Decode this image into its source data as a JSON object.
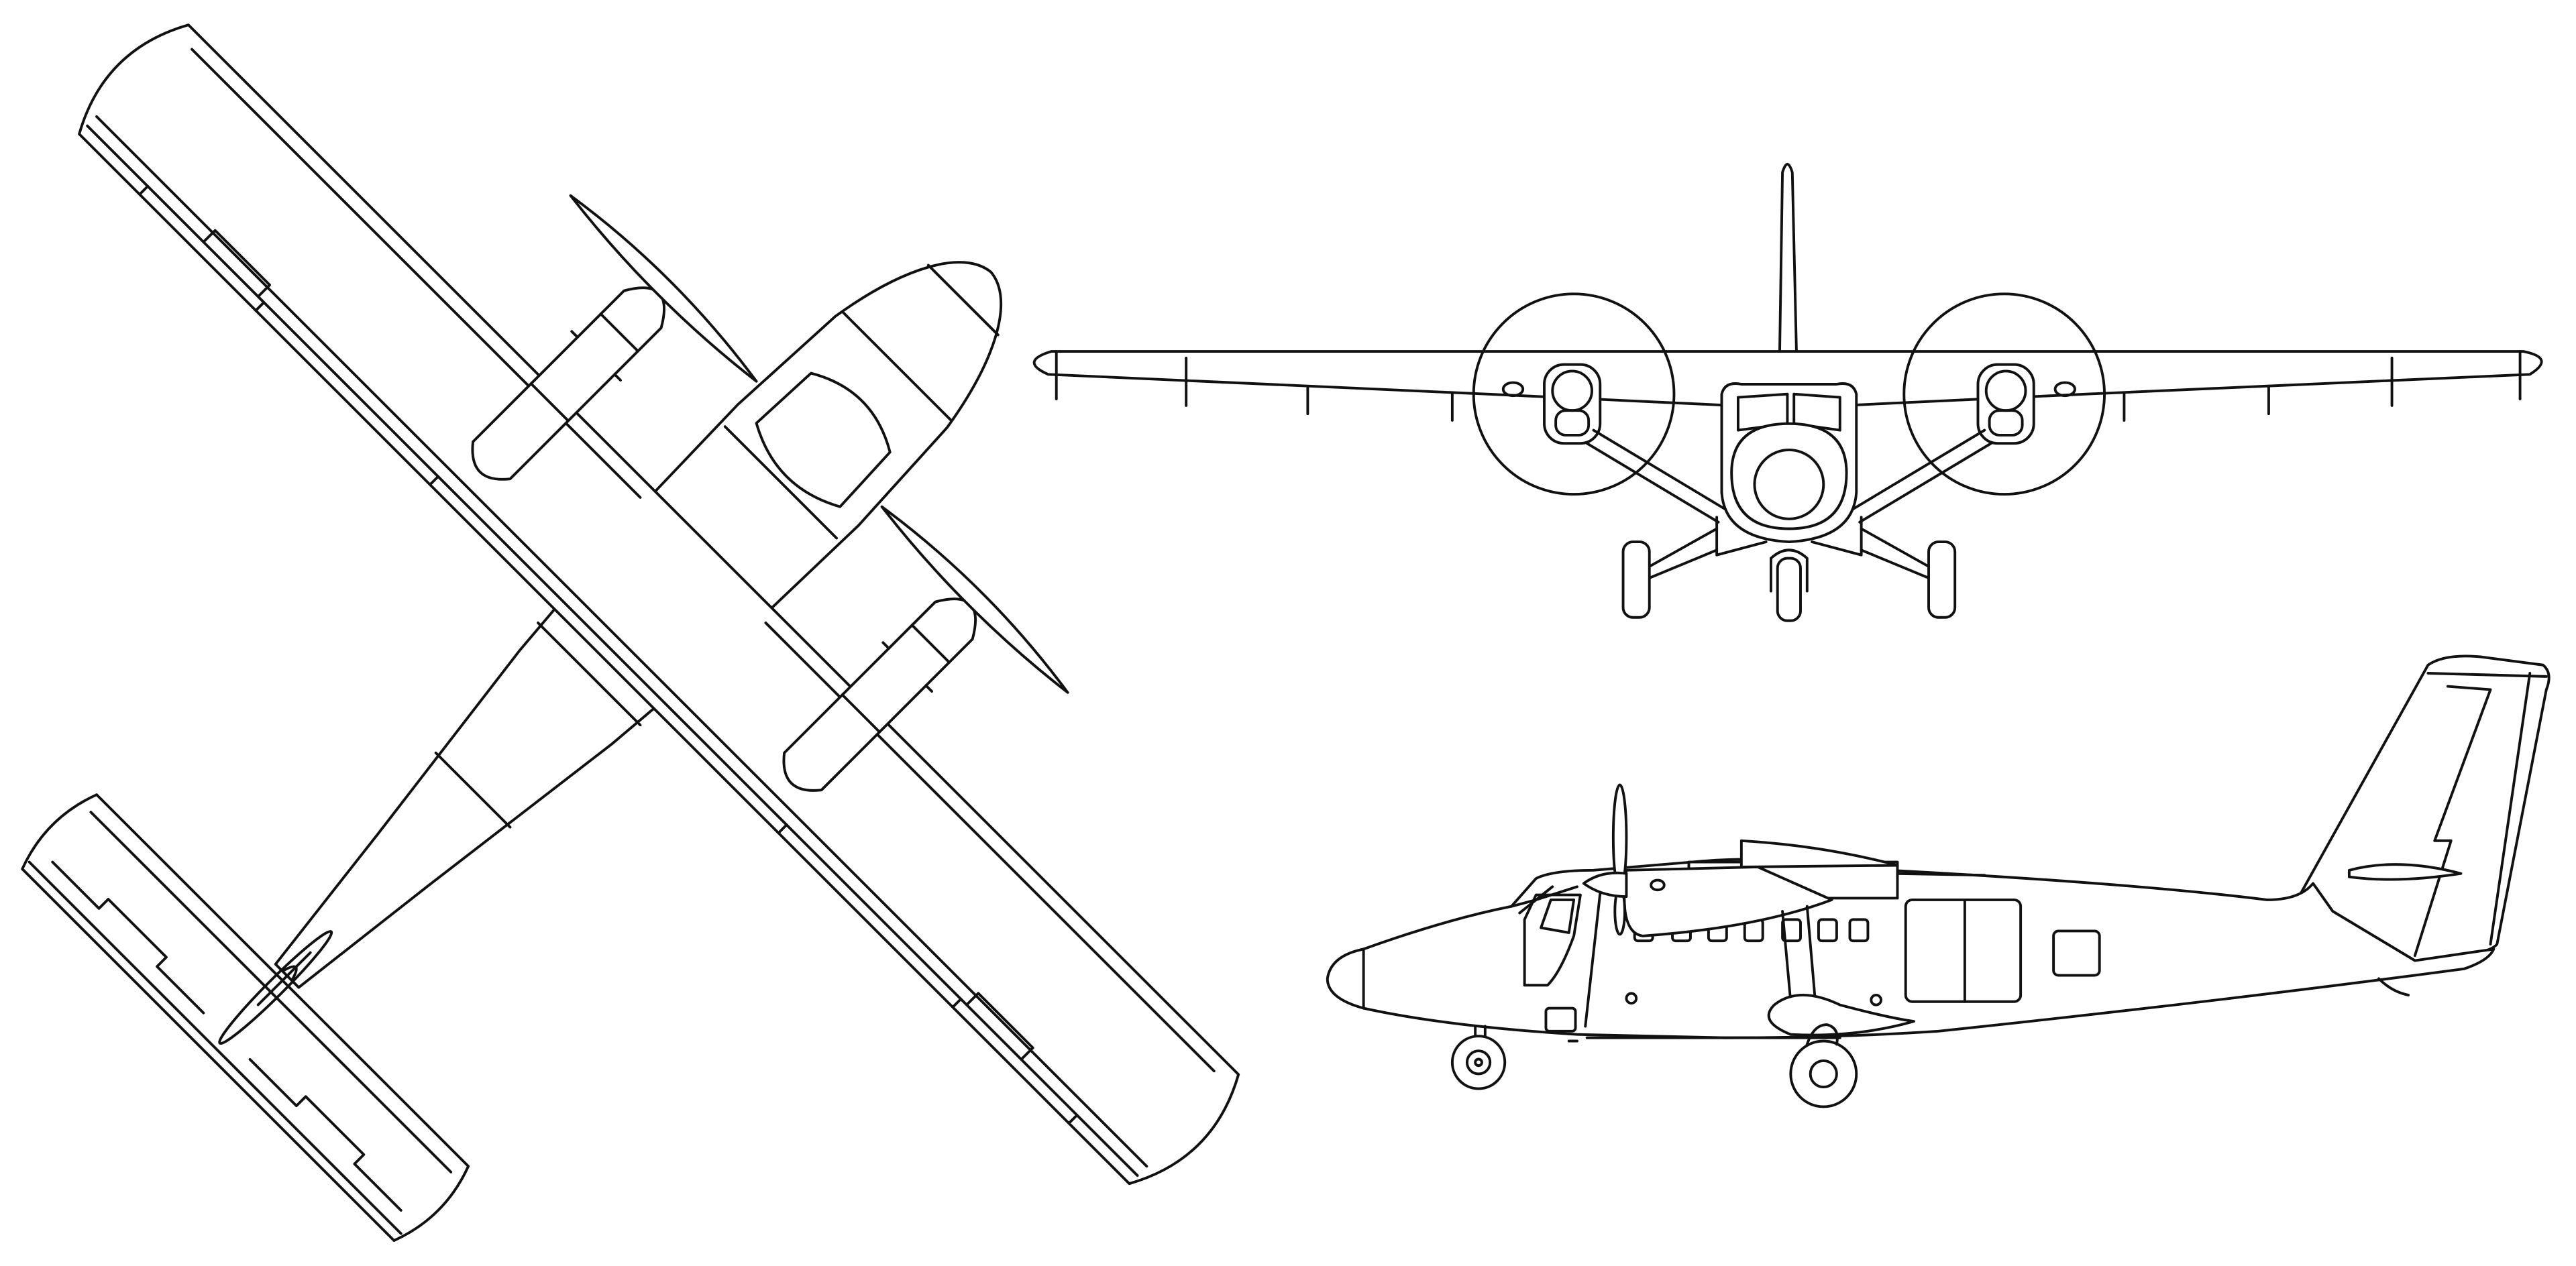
{
  "colors": {
    "stroke": "#111111",
    "background": "#ffffff"
  },
  "views": [
    "top-view",
    "front-view",
    "side-view"
  ]
}
